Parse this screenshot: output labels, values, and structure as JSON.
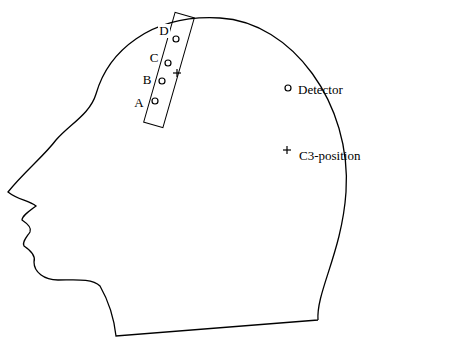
{
  "diagram": {
    "labels": [
      "A",
      "B",
      "C",
      "D"
    ],
    "legend": [
      {
        "text": "Detector"
      },
      {
        "text": "C3-position"
      }
    ]
  }
}
